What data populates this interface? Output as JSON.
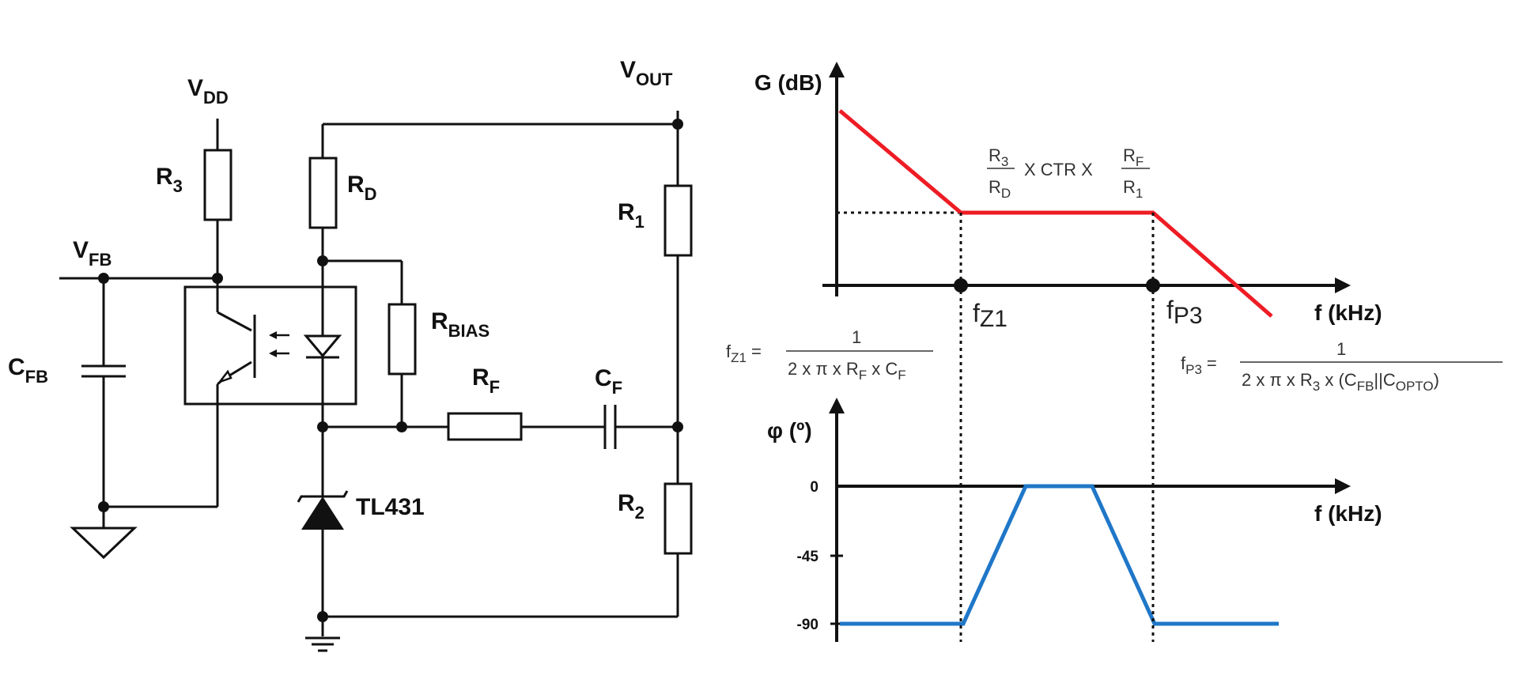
{
  "circuit": {
    "vdd": {
      "main": "V",
      "sub": "DD"
    },
    "vout": {
      "main": "V",
      "sub": "OUT"
    },
    "vfb": {
      "main": "V",
      "sub": "FB"
    },
    "r3": {
      "main": "R",
      "sub": "3"
    },
    "rd": {
      "main": "R",
      "sub": "D"
    },
    "r1": {
      "main": "R",
      "sub": "1"
    },
    "r2": {
      "main": "R",
      "sub": "2"
    },
    "rbias": {
      "main": "R",
      "sub": "BIAS"
    },
    "rf": {
      "main": "R",
      "sub": "F"
    },
    "cf": {
      "main": "C",
      "sub": "F"
    },
    "cfb": {
      "main": "C",
      "sub": "FB"
    },
    "tl431": "TL431"
  },
  "gain_plot": {
    "ylabel": "G (dB)",
    "xlabel": "f (kHz)",
    "fz1": {
      "main": "f",
      "sub": "Z1"
    },
    "fp3": {
      "main": "f",
      "sub": "P3"
    },
    "midband": {
      "r3": {
        "main": "R",
        "sub": "3"
      },
      "rd": {
        "main": "R",
        "sub": "D"
      },
      "mid": "X CTR X",
      "rf": {
        "main": "R",
        "sub": "F"
      },
      "r1": {
        "main": "R",
        "sub": "1"
      }
    },
    "line_color": "#ee1c24"
  },
  "formulas": {
    "fz1": {
      "lhs_main": "f",
      "lhs_sub": "Z1",
      "eq": "=",
      "num": "1",
      "den_a": "2 x π x R",
      "den_b": "F",
      "den_c": " x C",
      "den_d": "F"
    },
    "fp3": {
      "lhs_main": "f",
      "lhs_sub": "P3",
      "eq": "=",
      "num": "1",
      "den_a": "2 x π x R",
      "den_b": "3",
      "den_c": " x (C",
      "den_d": "FB",
      "den_e": "||C",
      "den_f": "OPTO",
      "den_g": ")"
    }
  },
  "phase_plot": {
    "ylabel": "φ (º)",
    "xlabel": "f (kHz)",
    "ticks": [
      "0",
      "-45",
      "-90"
    ],
    "line_color": "#1f77c8"
  }
}
